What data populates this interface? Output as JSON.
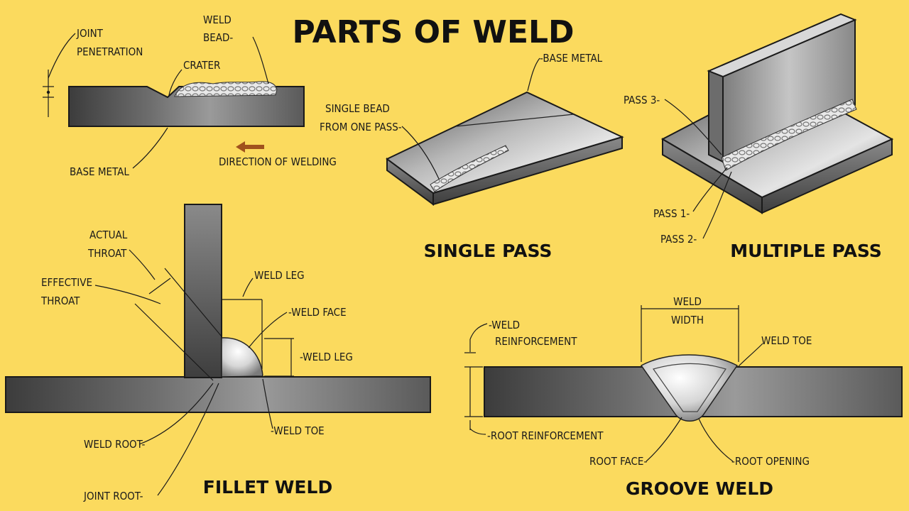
{
  "title": "PARTS OF WELD",
  "top_diagram": {
    "joint_penetration": [
      "JOINT",
      "PENETRATION"
    ],
    "weld_bead": [
      "WELD",
      "BEAD-"
    ],
    "crater": "CRATER",
    "base_metal": "BASE METAL",
    "direction": "DIRECTION OF WELDING"
  },
  "single_pass": {
    "caption": "SINGLE PASS",
    "base_metal": "-BASE METAL",
    "single_bead": [
      "SINGLE BEAD",
      "FROM ONE PASS-"
    ]
  },
  "multiple_pass": {
    "caption": "MULTIPLE PASS",
    "pass3": "PASS 3-",
    "pass1": "PASS 1-",
    "pass2": "PASS 2-"
  },
  "fillet_weld": {
    "caption": "FILLET WELD",
    "actual_throat": [
      "ACTUAL",
      "THROAT"
    ],
    "effective_throat": [
      "EFFECTIVE",
      "THROAT"
    ],
    "weld_leg_top": "WELD LEG",
    "weld_face": "-WELD FACE",
    "weld_leg_side": "-WELD LEG",
    "weld_root": "WELD ROOT-",
    "weld_toe": "-WELD TOE",
    "joint_root": "JOINT ROOT-"
  },
  "groove_weld": {
    "caption": "GROOVE WELD",
    "weld_width": [
      "WELD",
      "WIDTH"
    ],
    "weld_reinforcement": [
      "-WELD",
      "REINFORCEMENT"
    ],
    "weld_toe": "WELD TOE",
    "root_reinforcement": "-ROOT   REINFORCEMENT",
    "root_face": "ROOT FACE-",
    "root_opening": "-ROOT OPENING"
  },
  "colors": {
    "background": "#FBDA5E",
    "metal_dark": "#4a4a4a",
    "metal_light": "#c9c9c9",
    "arrow": "#a0521d"
  }
}
